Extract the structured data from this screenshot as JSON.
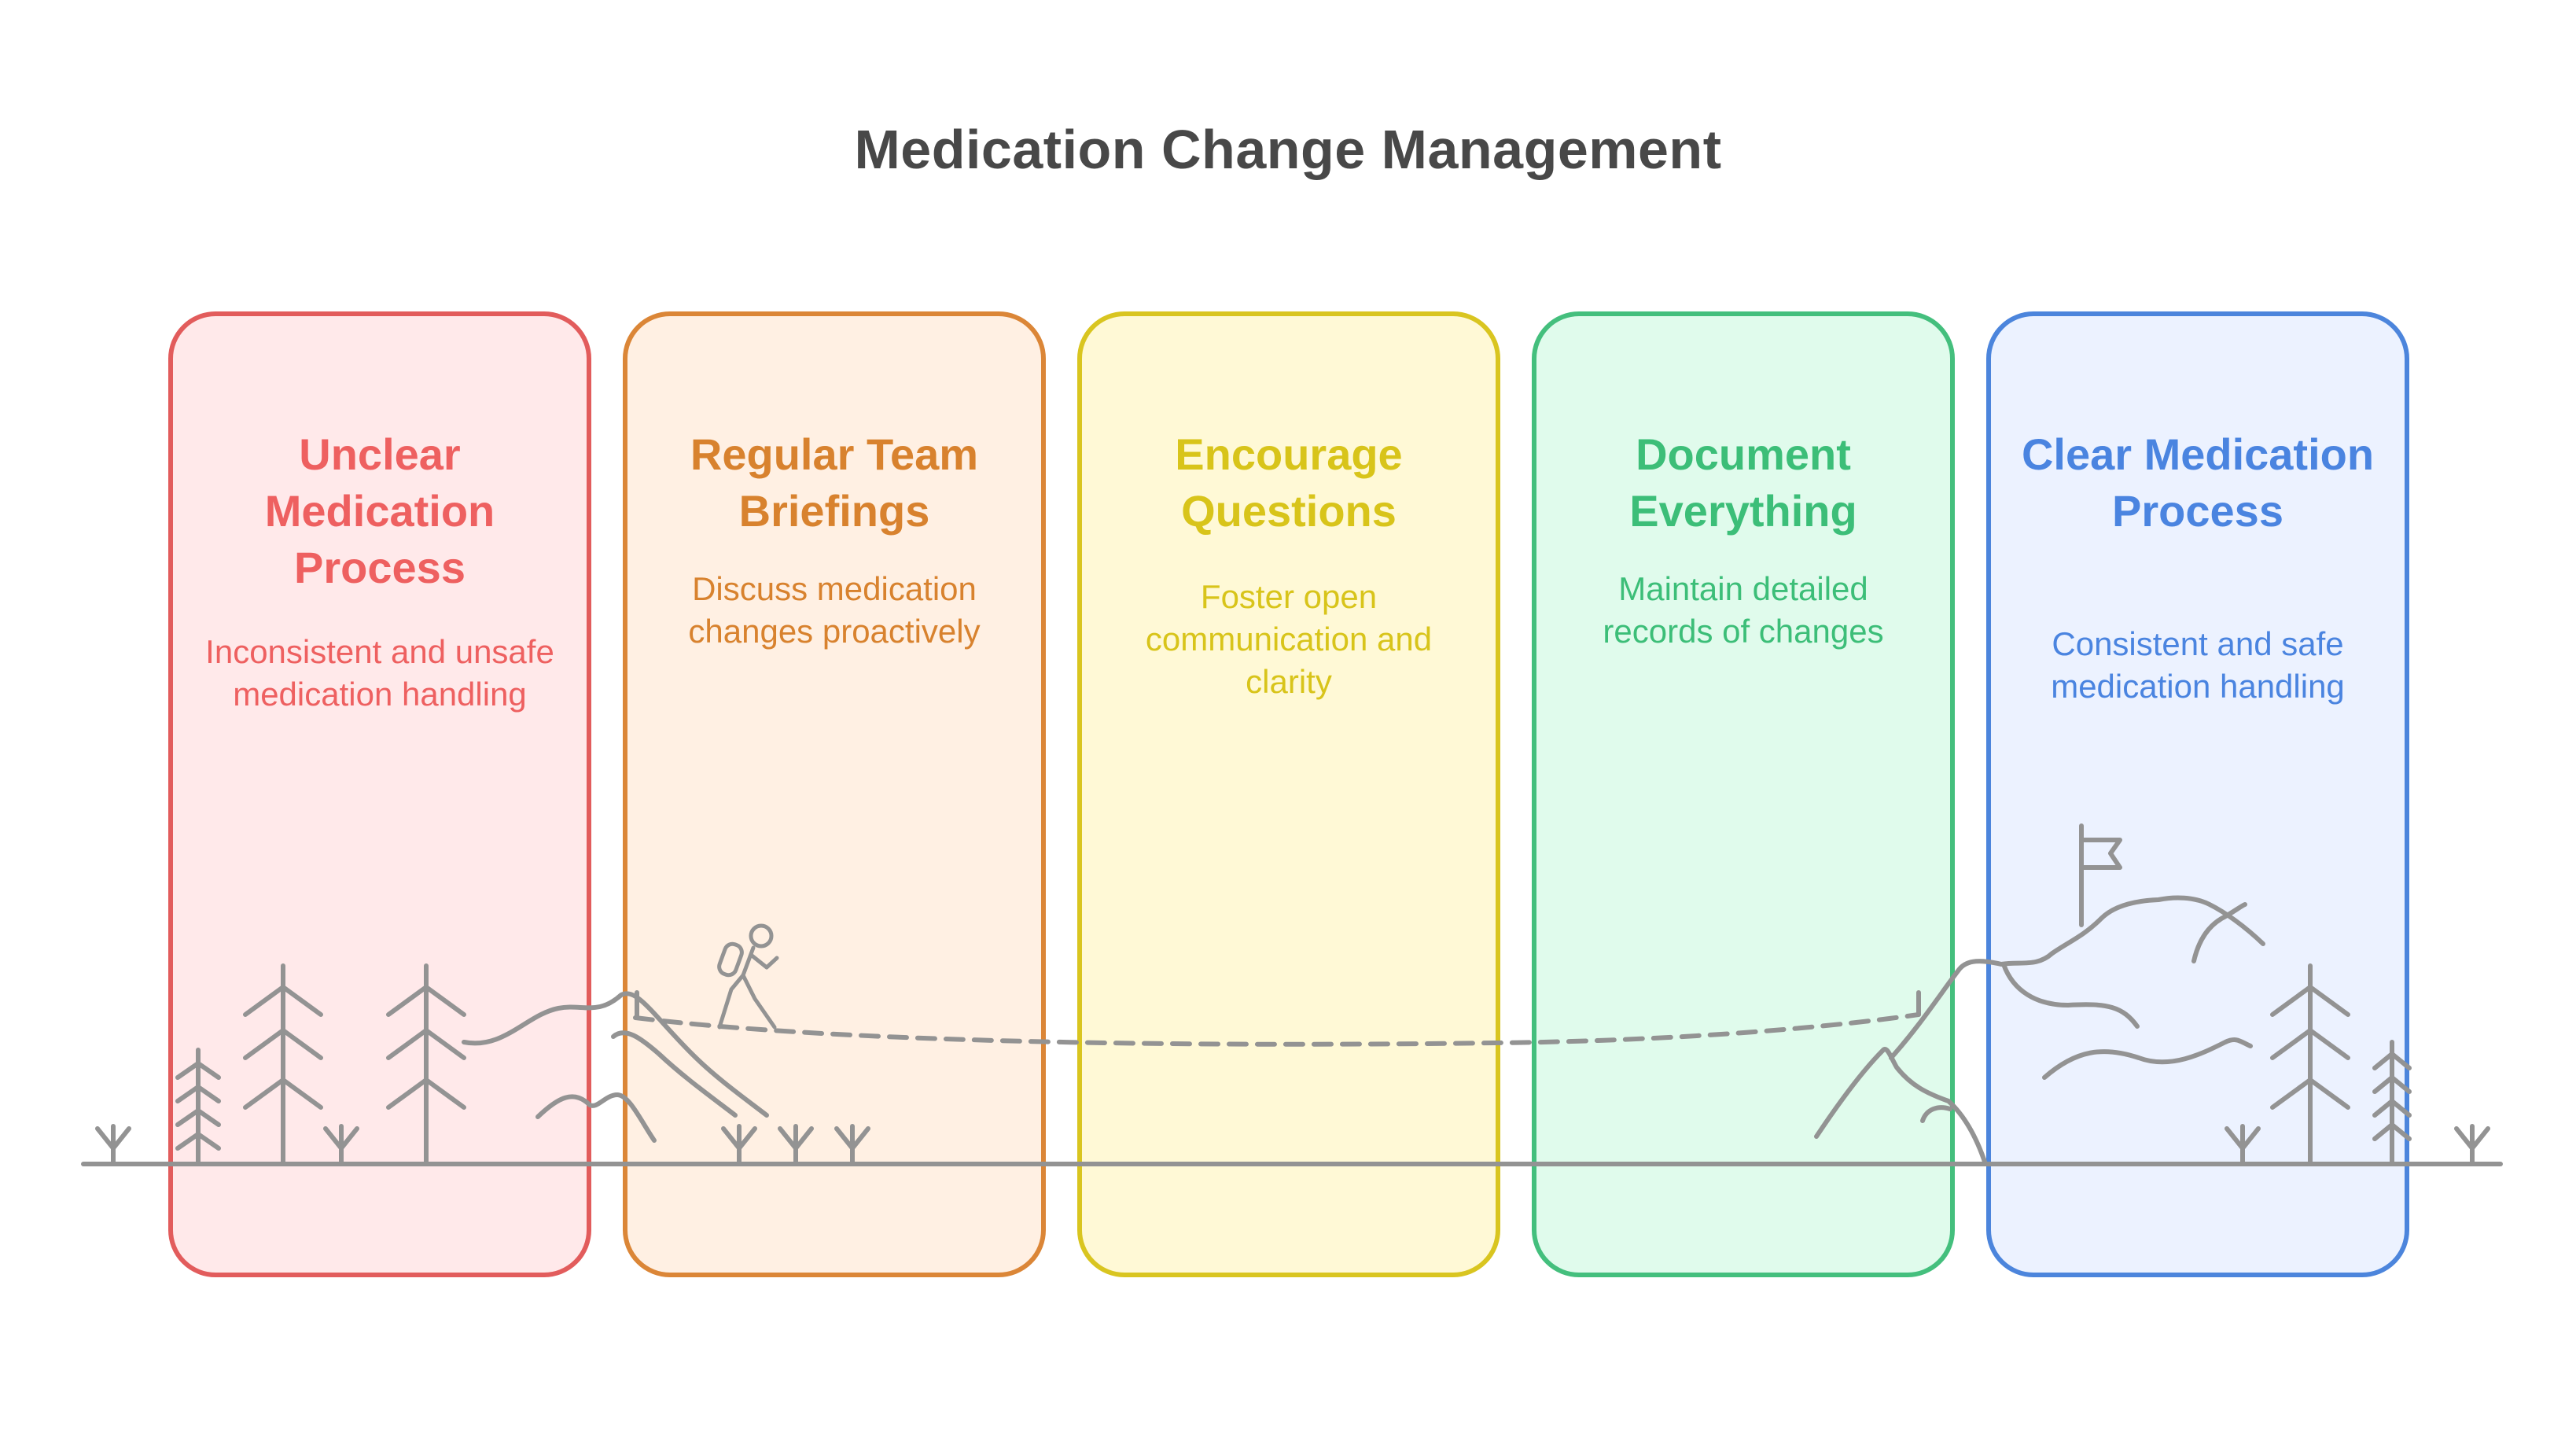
{
  "title": "Medication Change Management",
  "stages": [
    {
      "title": "Unclear Medication Process",
      "description": "Inconsistent and unsafe medication handling",
      "border": "#e25c5c",
      "fill": "#ffe9ea",
      "text": "#ee6060"
    },
    {
      "title": "Regular Team Briefings",
      "description": "Discuss medication changes proactively",
      "border": "#db8637",
      "fill": "#fff0e3",
      "text": "#d8822e"
    },
    {
      "title": "Encourage Questions",
      "description": "Foster open communication and clarity",
      "border": "#d9c520",
      "fill": "#fff9d6",
      "text": "#d8c41a"
    },
    {
      "title": "Document Everything",
      "description": "Maintain detailed records of changes",
      "border": "#44bf7d",
      "fill": "#e0fbec",
      "text": "#3cbe78"
    },
    {
      "title": "Clear Medication Process",
      "description": "Consistent and safe medication handling",
      "border": "#4c85dc",
      "fill": "#ecf2ff",
      "text": "#4a84e0"
    }
  ],
  "scene_color": "#939393"
}
